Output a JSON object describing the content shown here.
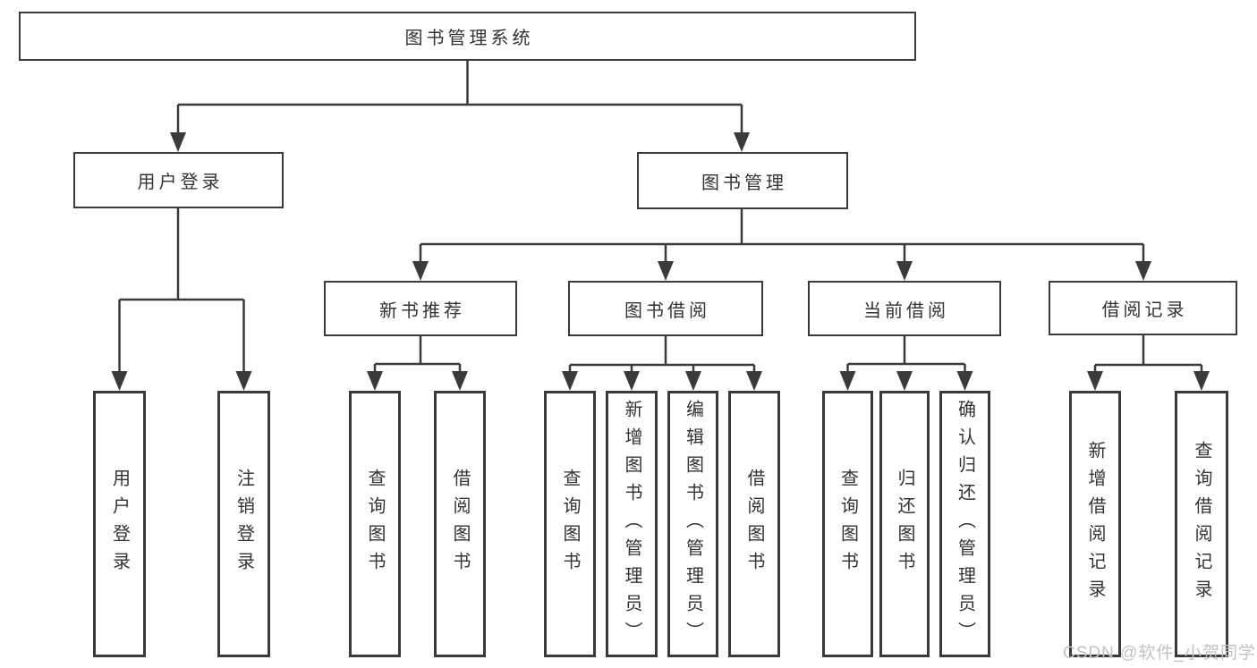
{
  "tree": {
    "label": "图书管理系统",
    "children": [
      {
        "label": "用户登录",
        "children": [
          {
            "label": "用户登录"
          },
          {
            "label": "注销登录"
          }
        ]
      },
      {
        "label": "图书管理",
        "children": [
          {
            "label": "新书推荐",
            "children": [
              {
                "label": "查询图书"
              },
              {
                "label": "借阅图书"
              }
            ]
          },
          {
            "label": "图书借阅",
            "children": [
              {
                "label": "查询图书"
              },
              {
                "label": "新增图书（管理员）"
              },
              {
                "label": "编辑图书（管理员）"
              },
              {
                "label": "借阅图书"
              }
            ]
          },
          {
            "label": "当前借阅",
            "children": [
              {
                "label": "查询图书"
              },
              {
                "label": "归还图书"
              },
              {
                "label": "确认归还（管理员）"
              }
            ]
          },
          {
            "label": "借阅记录",
            "children": [
              {
                "label": "新增借阅记录"
              },
              {
                "label": "查询借阅记录"
              }
            ]
          }
        ]
      }
    ]
  },
  "watermark": {
    "text": "CSDN @软件_小贺同学"
  },
  "colors": {
    "line": "#3a3a3a",
    "text": "#333333",
    "node-bg": "#ffffff",
    "bg": "#ffffff",
    "watermark": "#c2c2c2"
  }
}
